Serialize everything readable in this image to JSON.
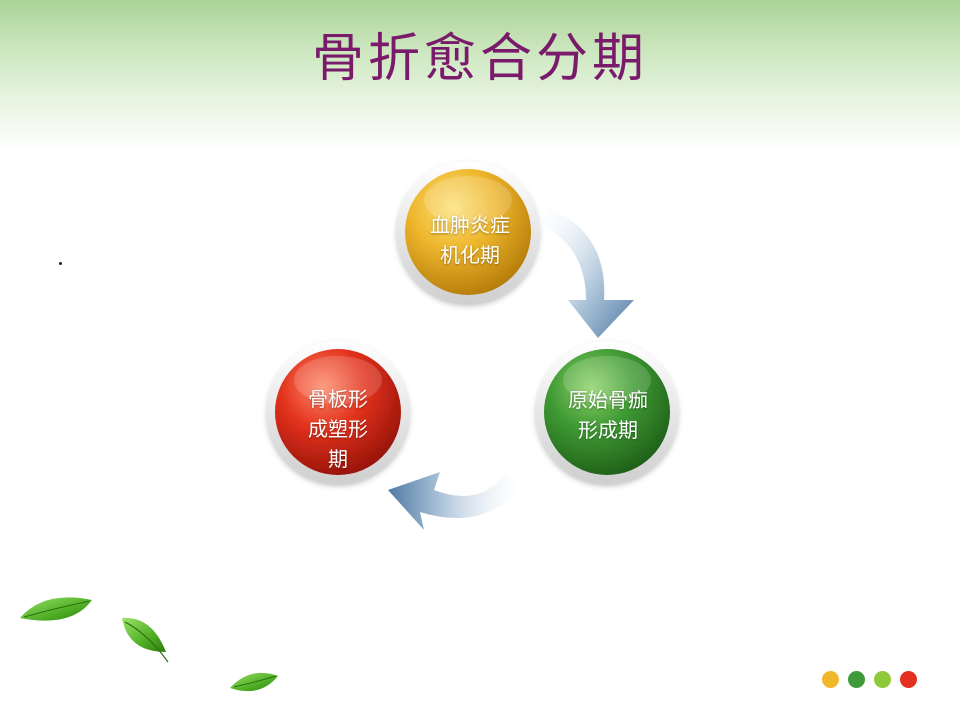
{
  "slide": {
    "title": "骨折愈合分期"
  },
  "stages": [
    {
      "label": "血肿炎症\n机化期",
      "color": "#e9b527"
    },
    {
      "label": "原始骨痂\n形成期",
      "color": "#3e9a35"
    },
    {
      "label": "骨板形\n成塑形\n期",
      "color": "#e0301e"
    }
  ],
  "decor": {
    "dot_colors": [
      "#f1b72b",
      "#3f9a3a",
      "#8fc83a",
      "#e4301f"
    ],
    "leaf_color": "#5cb82e",
    "arrow_color": "#5b7fa3"
  }
}
